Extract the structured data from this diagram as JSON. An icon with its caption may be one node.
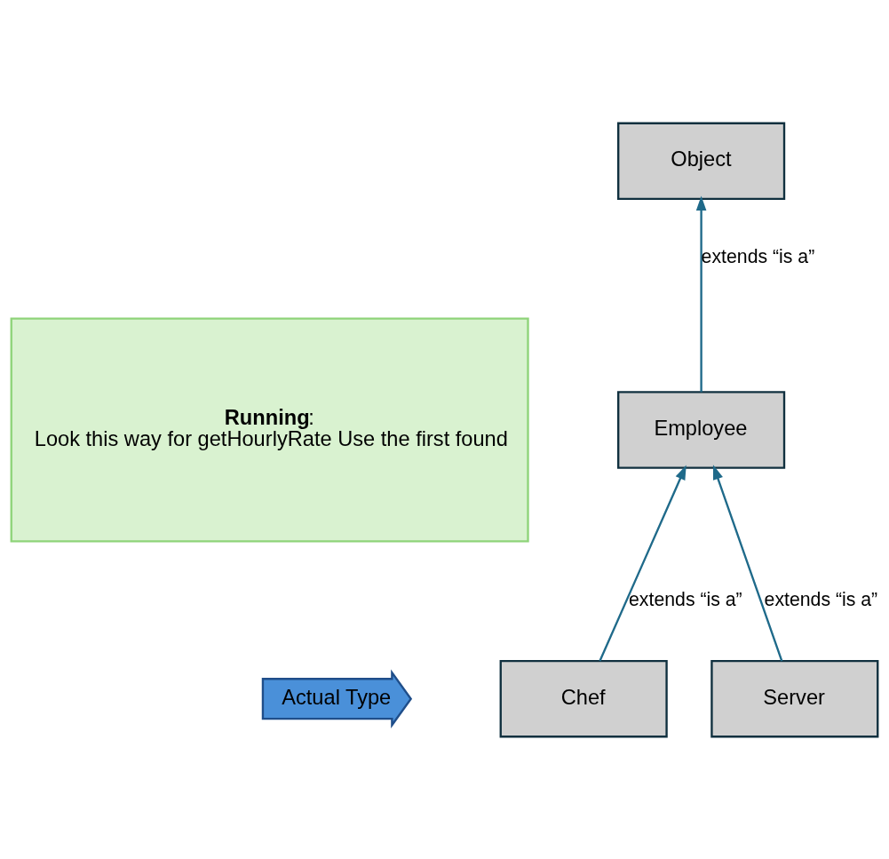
{
  "diagram": {
    "nodes": [
      {
        "text": [
          "Object"
        ]
      },
      {
        "text": [
          "Employee"
        ]
      },
      {
        "text": [
          "Chef"
        ]
      },
      {
        "text": [
          "Server"
        ]
      },
      {
        "text": [
          "Actual Type"
        ]
      },
      {
        "text": [
          "**Running**:",
          "Look this way for getHourlyRate Use the first found"
        ]
      }
    ],
    "edges": [
      {
        "from": 1,
        "to": 0,
        "arrow": "to",
        "label": "extends “is a”"
      },
      {
        "from": 2,
        "to": 1,
        "arrow": "to",
        "label": "extends “is a”"
      },
      {
        "from": 3,
        "to": 1,
        "arrow": "to",
        "label": "extends “is a”"
      }
    ]
  }
}
